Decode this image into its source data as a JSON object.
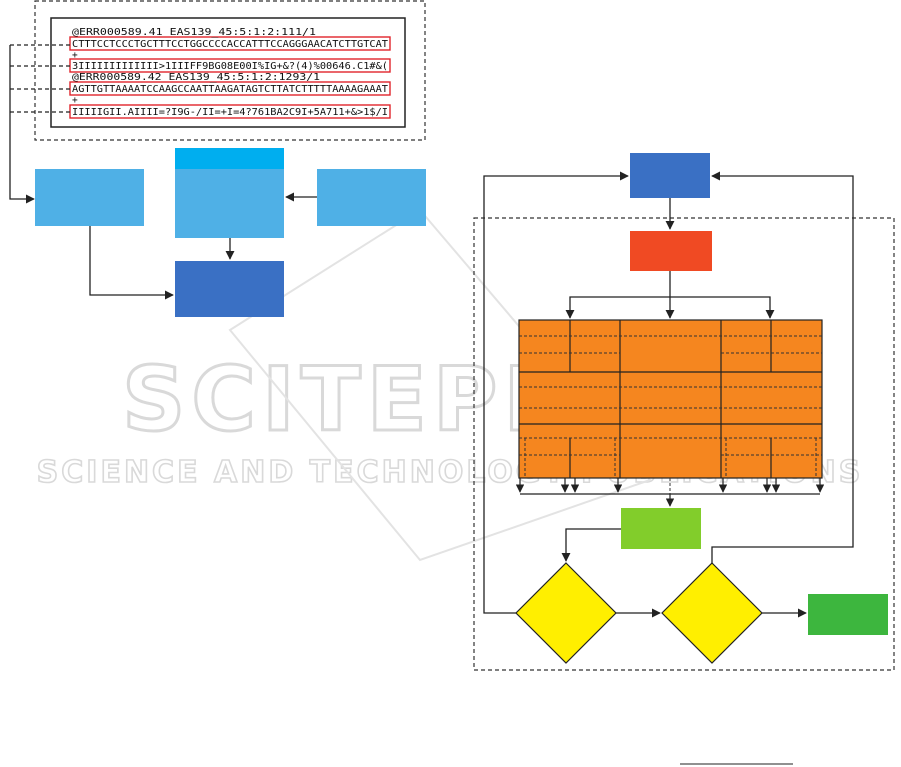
{
  "fastq": {
    "lines": [
      "@ERR000589.41  EAS139_45:5:1:2:111/1",
      "CTTTCCTCCCTGCTTTCCTGGCCCCACCATTTCCAGGGAACATCTTGTCAT",
      "+",
      "3IIIIIIIIIIIII>1IIIFF9BG08E00I%IG+&?(4)%00646.C1#&(",
      "@ERR000589.42  EAS139_45:5:1:2:1293/1",
      "AGTTGTTAAAATCCAAGCCAATTAAGATAGTCTTATCTTTTTAAAAGAAAT",
      "+",
      "IIIIIGII.AIIII=?I9G-/II=+I=4?761BA2C9I+5A711+&>1$/I"
    ]
  },
  "watermark": {
    "main": "SCITEPRESS",
    "sub": "SCIENCE AND TECHNOLOGY PUBLICATIONS"
  },
  "colors": {
    "light_blue": "#4fb0e6",
    "header_blue": "#00aeef",
    "dark_blue": "#3a70c4",
    "red": "#f04a23",
    "orange": "#f5861f",
    "lime": "#82cd2b",
    "yellow": "#ffef00",
    "green": "#3db63e"
  }
}
